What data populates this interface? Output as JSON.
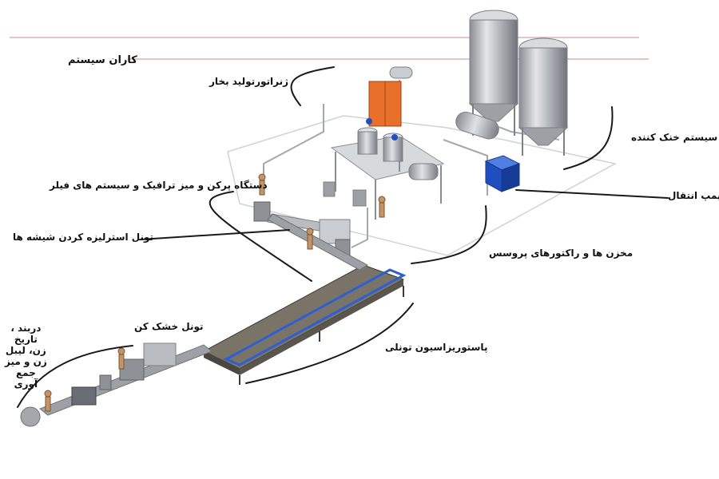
{
  "labels": {
    "karan_system": "کاران سیستم",
    "steam_generator": "ژنراتورتولید بخار",
    "cooling_system": "سیستم خنک کننده",
    "filler": "دستگاه پرکن و میز ترافیک و سیستم های فیلر",
    "transfer_pump": "پمپ انتقال",
    "bottle_sterilize": "تونل استرلیزه کردن شیشه ها",
    "tanks_reactors": "مخزن ها و راکتورهای پروسس",
    "drying_tunnel": "تونل خشک کن",
    "capping": "دربند ،\nتاریخ\nزن، لیبل\nزن و میز\nجمع\nآوری",
    "pasteurization": "پاستوریزاسیون تونلی"
  },
  "colors": {
    "steel": "#b9bcc0",
    "steel_dark": "#7d8187",
    "generator": "#e8702a",
    "pump": "#1f4fbf",
    "conveyor_belt": "#7a7468",
    "header_line": "#c98a8a"
  }
}
